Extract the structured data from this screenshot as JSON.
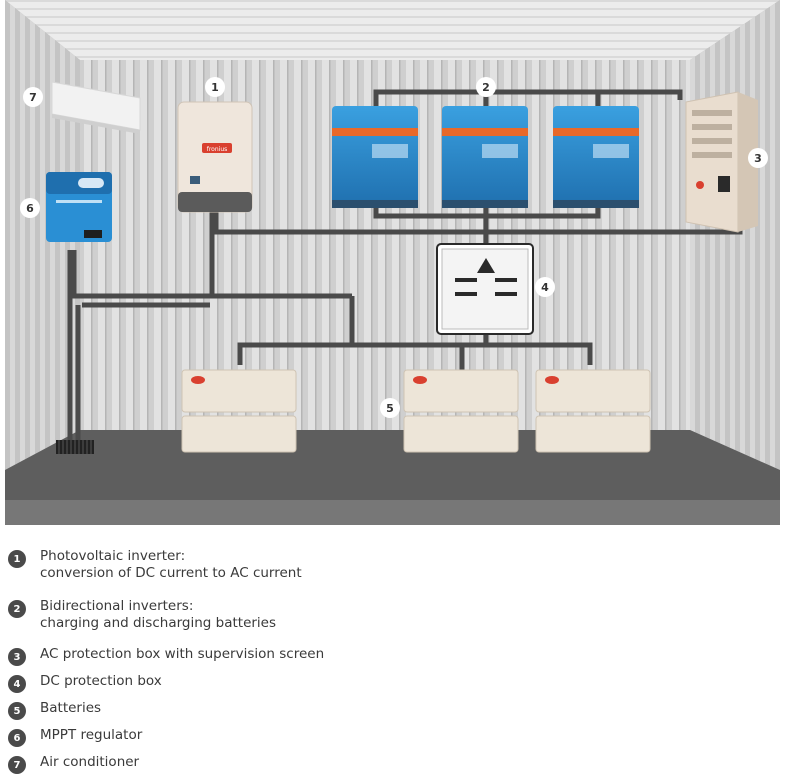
{
  "diagram": {
    "callouts": [
      "1",
      "2",
      "3",
      "4",
      "5",
      "6",
      "7"
    ],
    "brand_mark": "fronius"
  },
  "legend": [
    {
      "num": "1",
      "line1": "Photovoltaic inverter:",
      "line2": "conversion of DC current to AC current"
    },
    {
      "num": "2",
      "line1": "Bidirectional inverters:",
      "line2": "charging and discharging batteries"
    },
    {
      "num": "3",
      "line1": "AC protection box with supervision screen",
      "line2": ""
    },
    {
      "num": "4",
      "line1": "DC protection box",
      "line2": ""
    },
    {
      "num": "5",
      "line1": "Batteries",
      "line2": ""
    },
    {
      "num": "6",
      "line1": "MPPT regulator",
      "line2": ""
    },
    {
      "num": "7",
      "line1": "Air conditioner",
      "line2": ""
    }
  ],
  "colors": {
    "cable": "#4a4a4a",
    "inverter_blue": "#2e86c8",
    "inverter_orange": "#e8692a",
    "floor": "#5e5e5e",
    "wall": "#c9c9c9",
    "callout": "#ffffff"
  }
}
